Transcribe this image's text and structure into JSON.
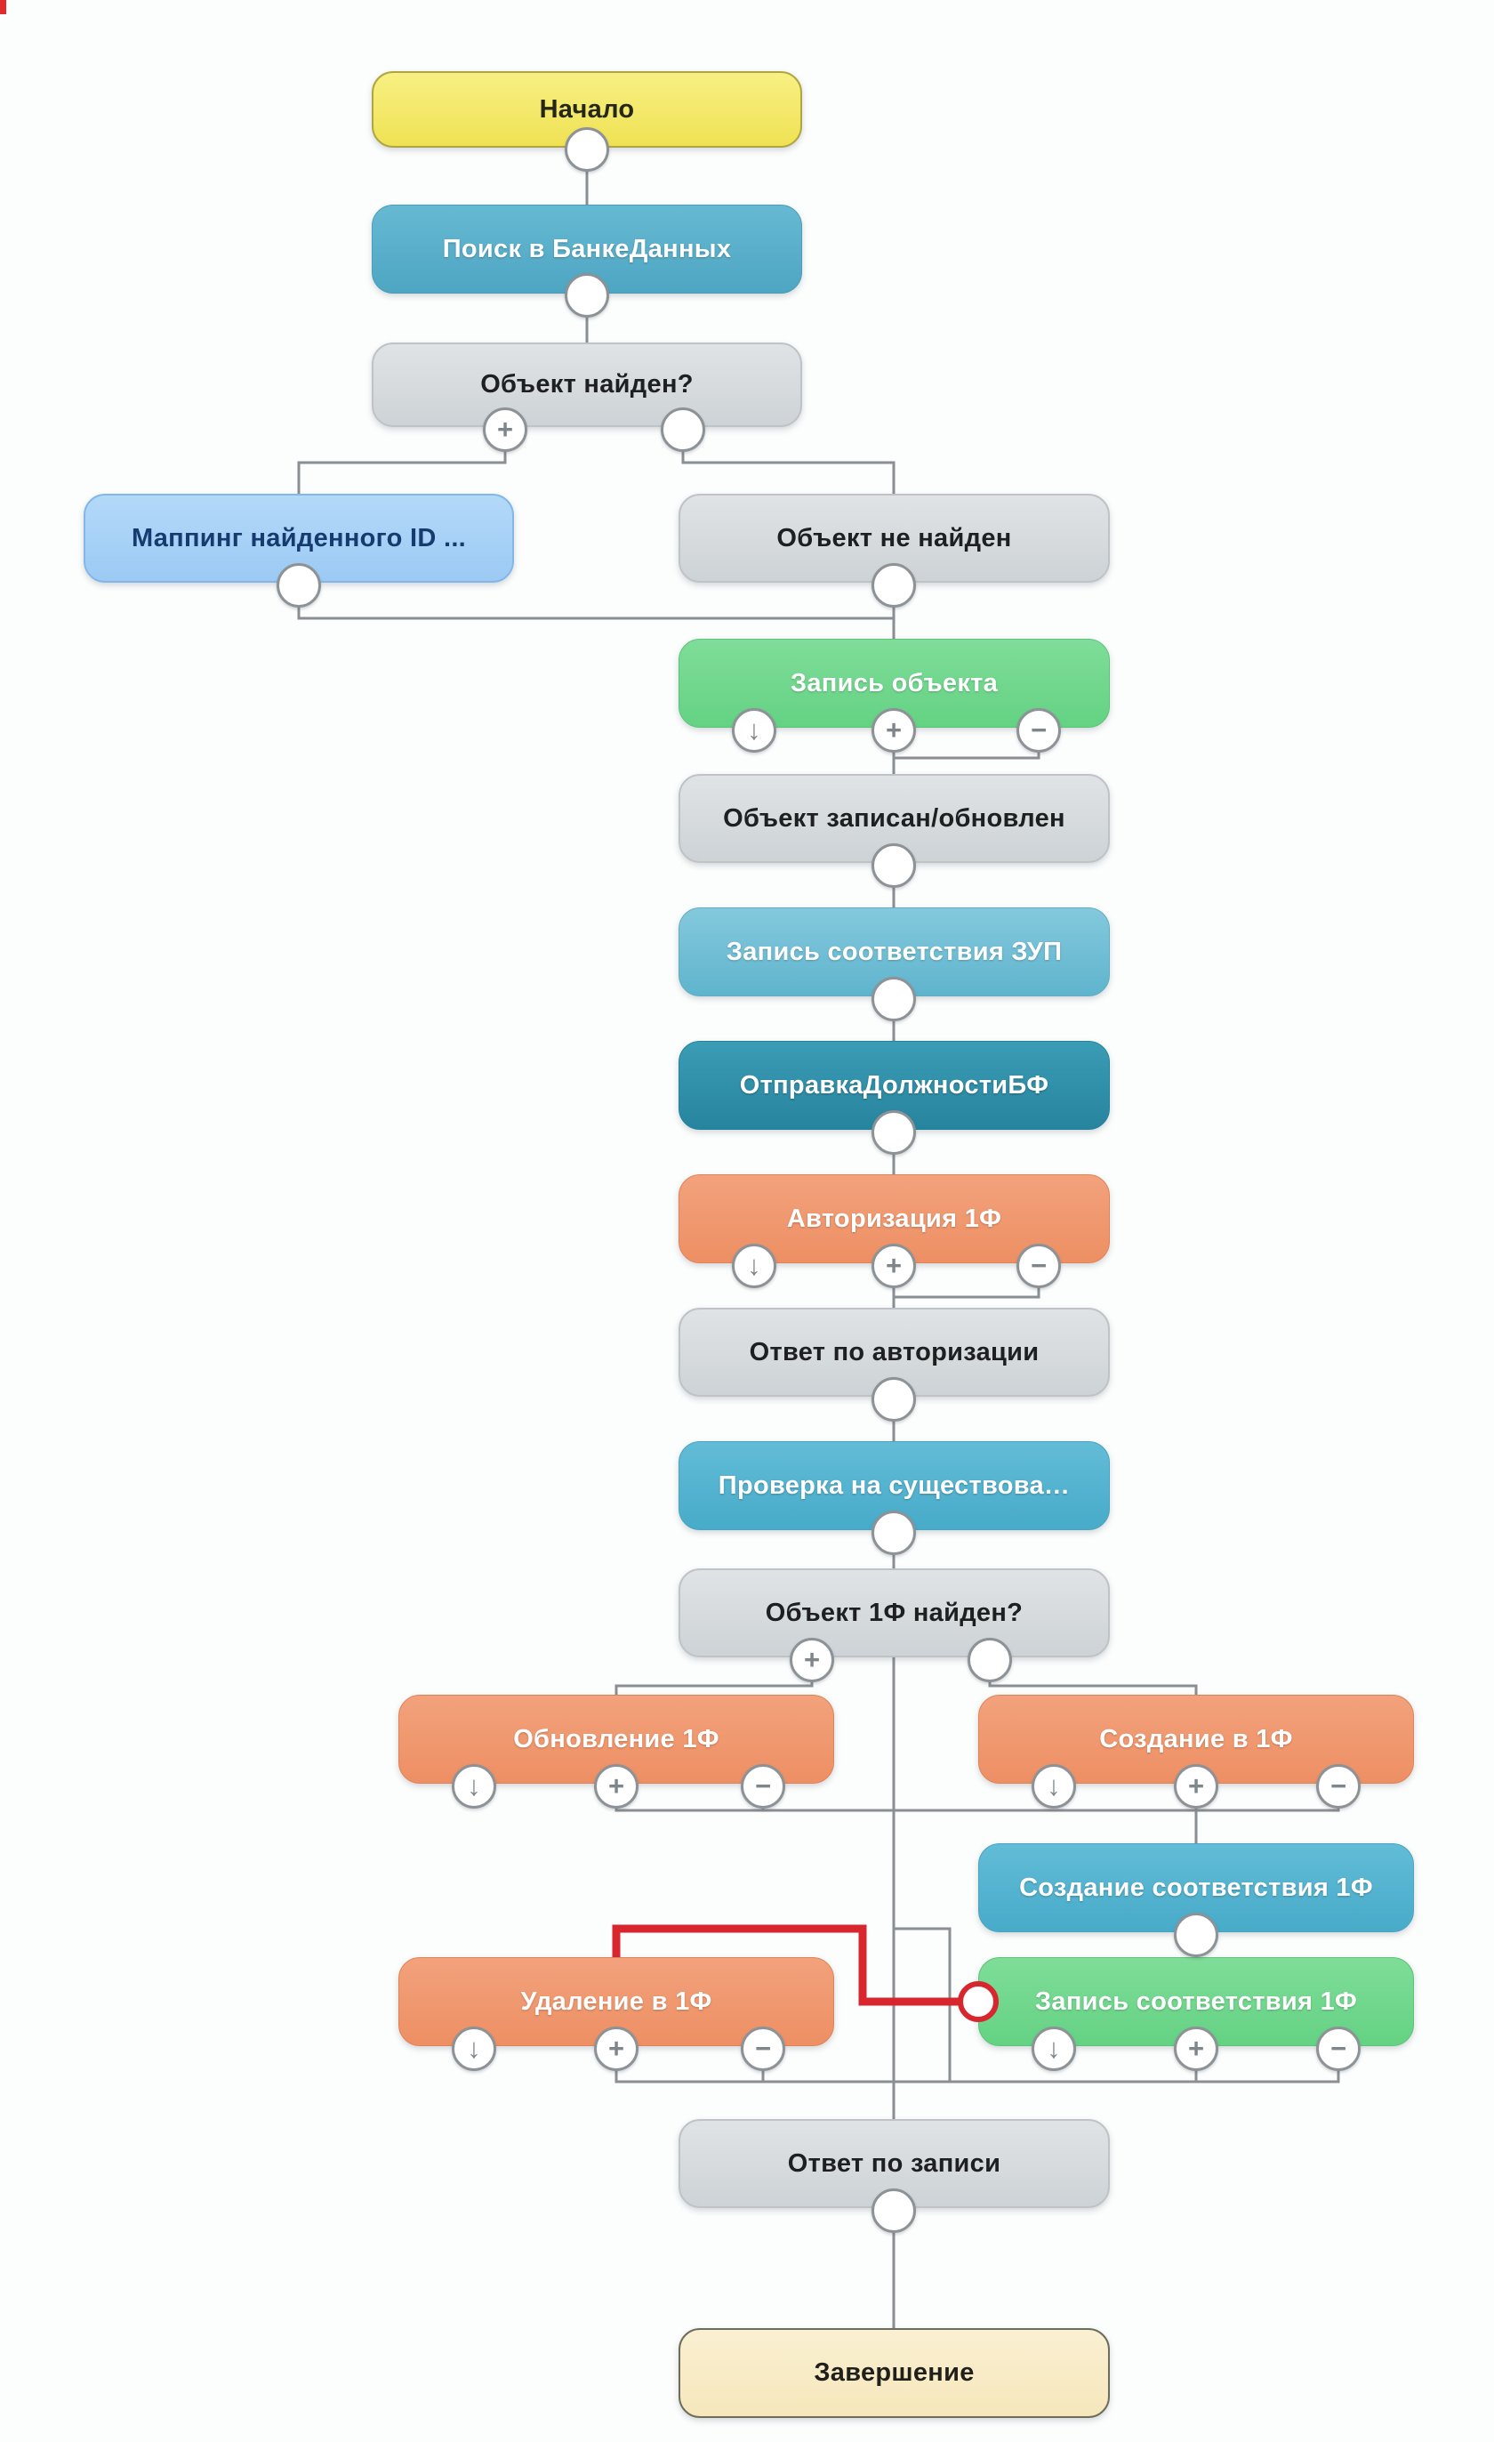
{
  "diagram": {
    "kind": "integration-scenario-flowchart",
    "language": "ru"
  },
  "nodes": {
    "start": {
      "label": "Начало",
      "type": "start"
    },
    "search_bank": {
      "label": "Поиск в БанкеДанных",
      "type": "action"
    },
    "object_found": {
      "label": "Объект найден?",
      "type": "condition"
    },
    "mapping_id": {
      "label": "Маппинг найденного ID ...",
      "type": "action"
    },
    "object_not_found": {
      "label": "Объект не найден",
      "type": "state"
    },
    "write_object": {
      "label": "Запись объекта",
      "type": "action"
    },
    "object_written": {
      "label": "Объект записан/обновлен",
      "type": "state"
    },
    "write_zup_match": {
      "label": "Запись соответствия ЗУП",
      "type": "action"
    },
    "send_position_bf": {
      "label": "ОтправкаДолжностиБФ",
      "type": "action"
    },
    "auth_1f": {
      "label": "Авторизация 1Ф",
      "type": "action"
    },
    "auth_response": {
      "label": "Ответ по авторизации",
      "type": "state"
    },
    "check_existence": {
      "label": "Проверка на существова…",
      "type": "action"
    },
    "object_1f_found": {
      "label": "Объект 1Ф найден?",
      "type": "condition"
    },
    "update_1f": {
      "label": "Обновление 1Ф",
      "type": "action"
    },
    "create_1f": {
      "label": "Создание в 1Ф",
      "type": "action"
    },
    "create_match_1f": {
      "label": "Создание соответствия 1Ф",
      "type": "action"
    },
    "delete_1f": {
      "label": "Удаление в 1Ф",
      "type": "action"
    },
    "write_match_1f": {
      "label": "Запись соответствия 1Ф",
      "type": "action"
    },
    "write_response": {
      "label": "Ответ по записи",
      "type": "state"
    },
    "finish": {
      "label": "Завершение",
      "type": "end"
    }
  },
  "icons": {
    "arrow_down": "↓",
    "plus": "+",
    "minus": "−"
  },
  "colors": {
    "start_yellow": "#f2e86b",
    "end_cream": "#f8ecc8",
    "action_teal": "#55aecb",
    "action_teal_dark": "#2e92ac",
    "action_green": "#70d88e",
    "action_orange": "#f0976e",
    "state_gray": "#d4d9db",
    "mapping_blue": "#a5d2f8",
    "connector_gray": "#898f93",
    "highlight_red": "#d8262e"
  }
}
